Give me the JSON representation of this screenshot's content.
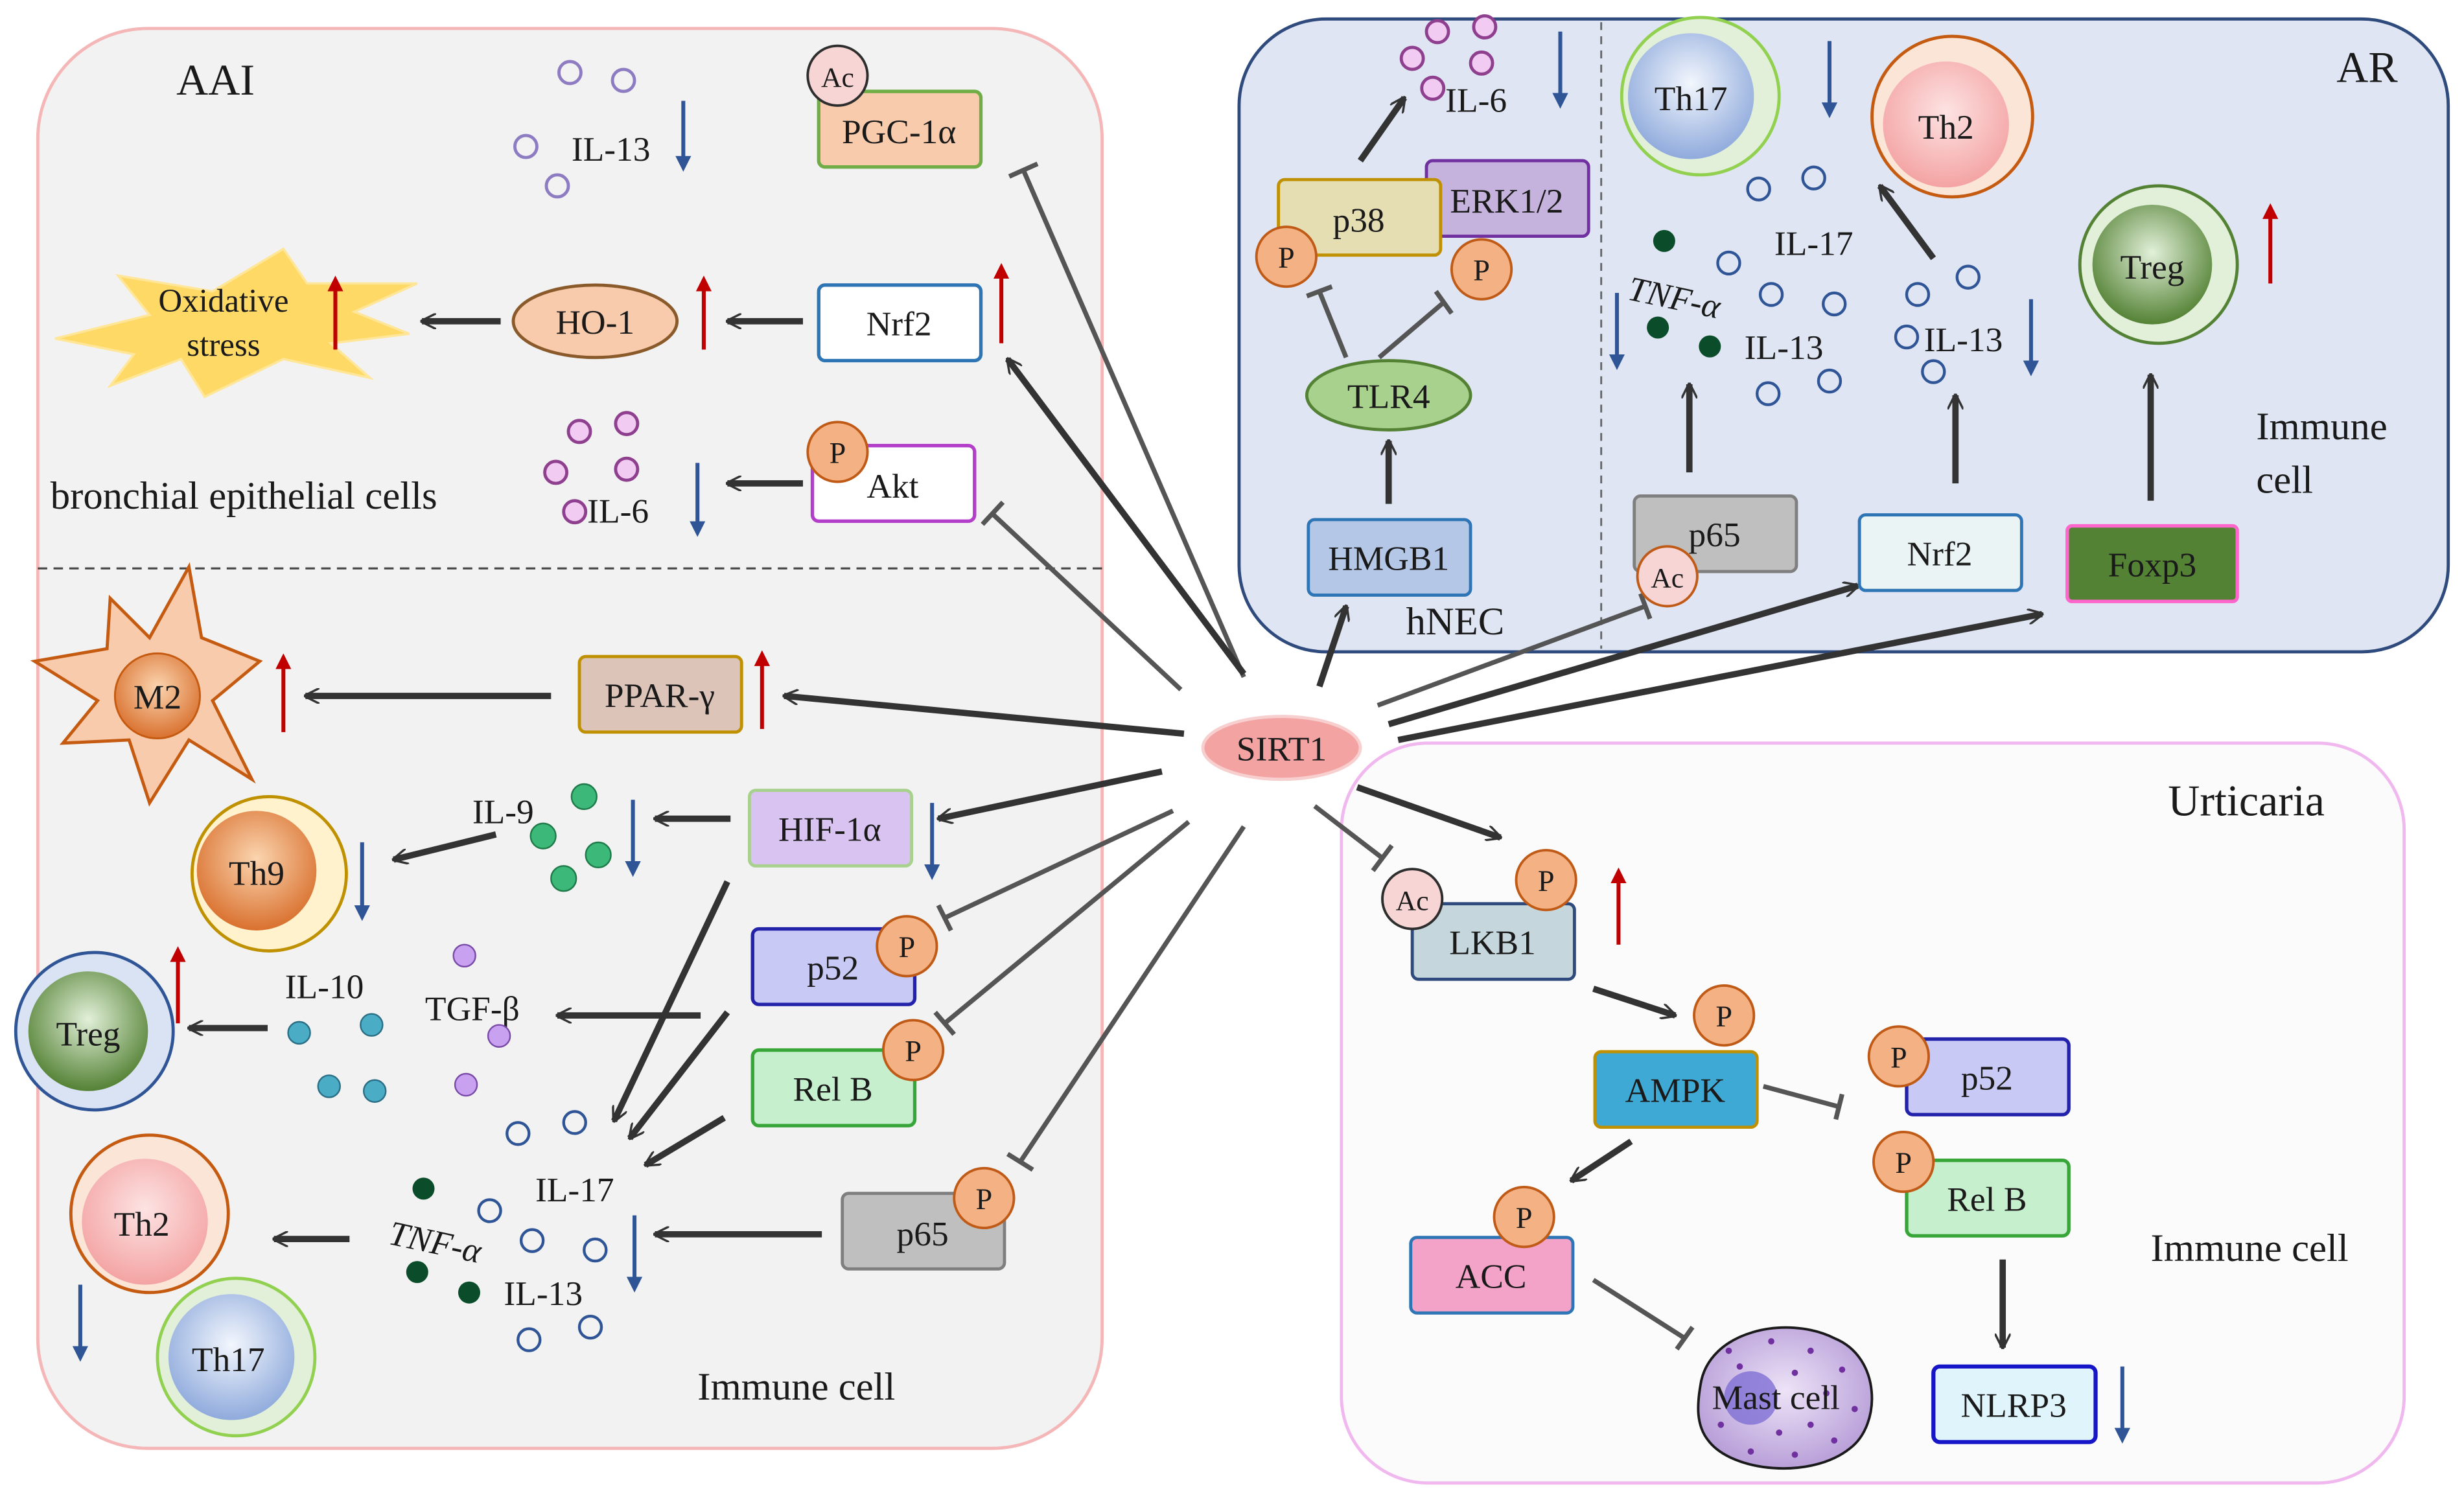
{
  "panels": {
    "aai": "AAI",
    "ar": "AR",
    "urticaria": "Urticaria"
  },
  "center": {
    "sirt1": "SIRT1"
  },
  "aai": {
    "region_top": "bronchial epithelial cells",
    "region_bottom": "Immune cell",
    "il13_top": "IL-13",
    "pgc": "PGC-1α",
    "oxidative": [
      "Oxidative",
      "stress"
    ],
    "ho1": "HO-1",
    "nrf2": "Nrf2",
    "il6": "IL-6",
    "akt": "Akt",
    "m2": "M2",
    "ppar": "PPAR-γ",
    "il9": "IL-9",
    "hif": "HIF-1α",
    "th9": "Th9",
    "p52": "p52",
    "relb": "Rel B",
    "il10": "IL-10",
    "tgfb": "TGF-β",
    "treg": "Treg",
    "il17": "IL-17",
    "tnf": "TNF-α",
    "il13_bot": "IL-13",
    "p65": "p65",
    "th2": "Th2",
    "th17": "Th17"
  },
  "ar": {
    "il6": "IL-6",
    "p38": "p38",
    "erk": "ERK1/2",
    "tlr4": "TLR4",
    "hmgb1": "HMGB1",
    "hnec": "hNEC",
    "th17": "Th17",
    "th2": "Th2",
    "il17": "IL-17",
    "tnf": "TNF-α",
    "il13a": "IL-13",
    "il13b": "IL-13",
    "treg": "Treg",
    "immune": [
      "Immune",
      "cell"
    ],
    "p65": "p65",
    "nrf2": "Nrf2",
    "foxp3": "Foxp3"
  },
  "urt": {
    "lkb1": "LKB1",
    "ampk": "AMPK",
    "p52": "p52",
    "relb": "Rel B",
    "acc": "ACC",
    "mast": "Mast cell",
    "nlrp3": "NLRP3",
    "immune": "Immune cell"
  },
  "mods": {
    "p": "P",
    "ac": "Ac"
  },
  "colors": {
    "up_arrow": "#c00000",
    "down_arrow": "#2f5597",
    "panel_aai": "#f2f2f2",
    "panel_ar": "#dfe5f3",
    "panel_urt": "#fbfbfb",
    "sirt1": "#f4a3a3",
    "phospho": "#f4b183"
  }
}
